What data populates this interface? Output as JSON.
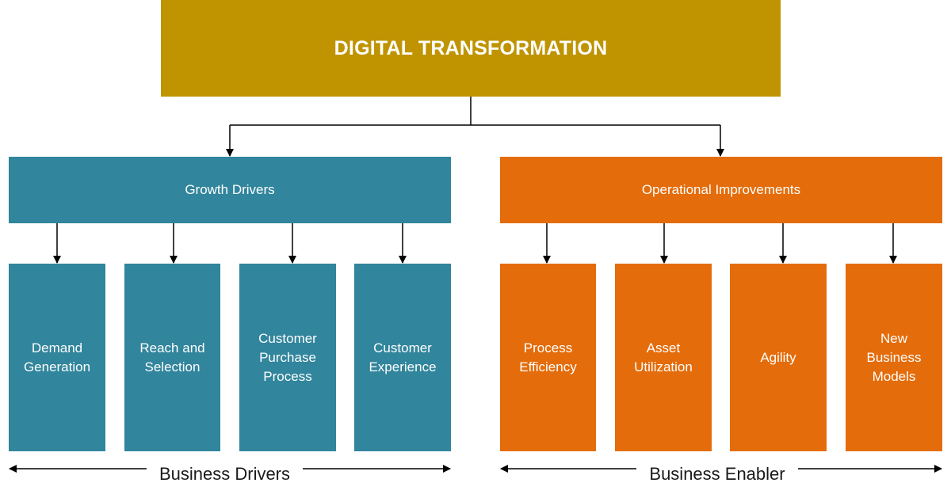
{
  "colors": {
    "root": "#BF9400",
    "growth": "#31859C",
    "operational": "#E46C0A",
    "line": "#000000"
  },
  "root": {
    "label": "DIGITAL TRANSFORMATION"
  },
  "branches": [
    {
      "label": "Growth Drivers",
      "leaves": [
        "Demand\nGeneration",
        "Reach and\nSelection",
        "Customer\nPurchase\nProcess",
        "Customer\nExperience"
      ],
      "footer": "Business Drivers"
    },
    {
      "label": "Operational Improvements",
      "leaves": [
        "Process\nEfficiency",
        "Asset\nUtilization",
        "Agility",
        "New\nBusiness\nModels"
      ],
      "footer": "Business Enabler"
    }
  ]
}
